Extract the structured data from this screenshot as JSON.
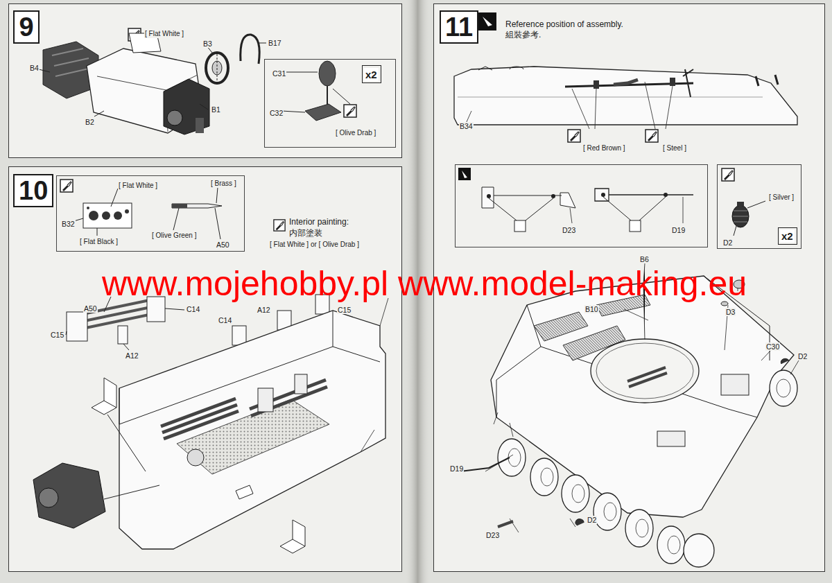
{
  "diagram": {
    "nodes": [
      {
        "text": [
          "9"
        ]
      },
      {
        "text": [
          "C31",
          "C32",
          "[ Olive Drab ]"
        ],
        "in": 0
      },
      {
        "text": [
          "x2"
        ],
        "in": 1
      },
      {
        "text": [
          "10"
        ]
      },
      {
        "text": [
          "[ Flat White ]",
          "[ Brass ]",
          "B32",
          "[ Flat Black ]",
          "[ Olive Green ]",
          "A50"
        ],
        "in": 3
      },
      {
        "text": [
          "11",
          "Reference position of assembly.",
          "組裝參考."
        ]
      },
      {
        "text": [
          "D23",
          "D19"
        ],
        "in": 5
      },
      {
        "text": [
          "[ Silver ]",
          "D2"
        ],
        "in": 5
      },
      {
        "text": [
          "x2"
        ],
        "in": 7
      }
    ],
    "labels": [
      "[ Flat White ]",
      "B3",
      "B17",
      "B4",
      "B2",
      "B1",
      "Interior painting:",
      "内部塗装",
      "[ Flat White ] or [ Olive Drab ]",
      "A50",
      "C14",
      "C15",
      "A12",
      "A12",
      "C15",
      "C14",
      "B34",
      "[ Red Brown ]",
      "[ Steel ]",
      "B6",
      "B10",
      "D3",
      "C30",
      "D2",
      "D19",
      "D23",
      "D2",
      "www.mojehobby.pl www.model-making.eu"
    ]
  }
}
